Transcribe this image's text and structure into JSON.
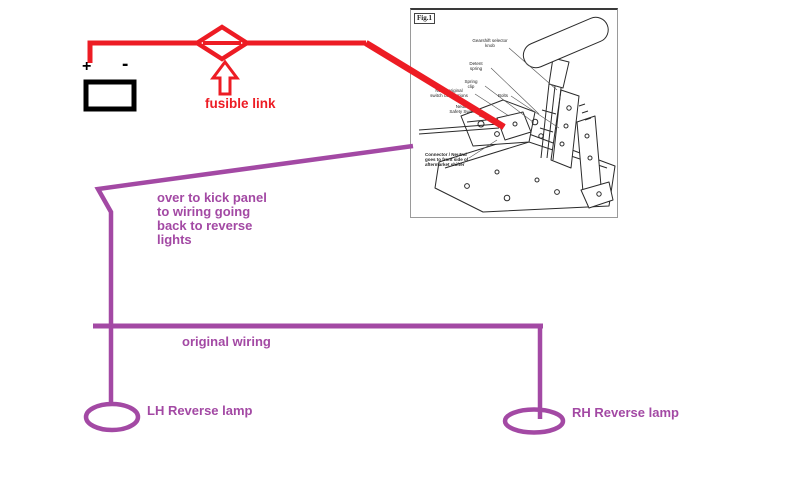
{
  "colors": {
    "wire_red": "#ED1C24",
    "wire_purple": "#A349A4",
    "battery_black": "#000000",
    "figure_ink": "#2b2b2b"
  },
  "battery": {
    "positive": "+",
    "negative": "-"
  },
  "fusible_link_label": "fusible link",
  "kick_panel_note": [
    "over to kick panel",
    "to wiring going",
    "back to reverse",
    "lights"
  ],
  "original_wiring_label": "original wiring",
  "lamp_left_label": "LH Reverse lamp",
  "lamp_right_label": "RH Reverse lamp",
  "figure": {
    "tag": "Fig.1",
    "callouts": {
      "knob": [
        "Gearshift selector",
        "knob"
      ],
      "detent": [
        "Detent",
        "spring"
      ],
      "spring_clip": [
        "Spring",
        "clip"
      ],
      "bolts": [
        "Bolts"
      ],
      "new_switch": [
        "New / original",
        "switch connections"
      ],
      "neutral_safety": [
        "Neutral",
        "Safety Switch"
      ],
      "connector": [
        "Connector / Neutral",
        "goes to front side of",
        "aftermarket shifter"
      ]
    }
  }
}
